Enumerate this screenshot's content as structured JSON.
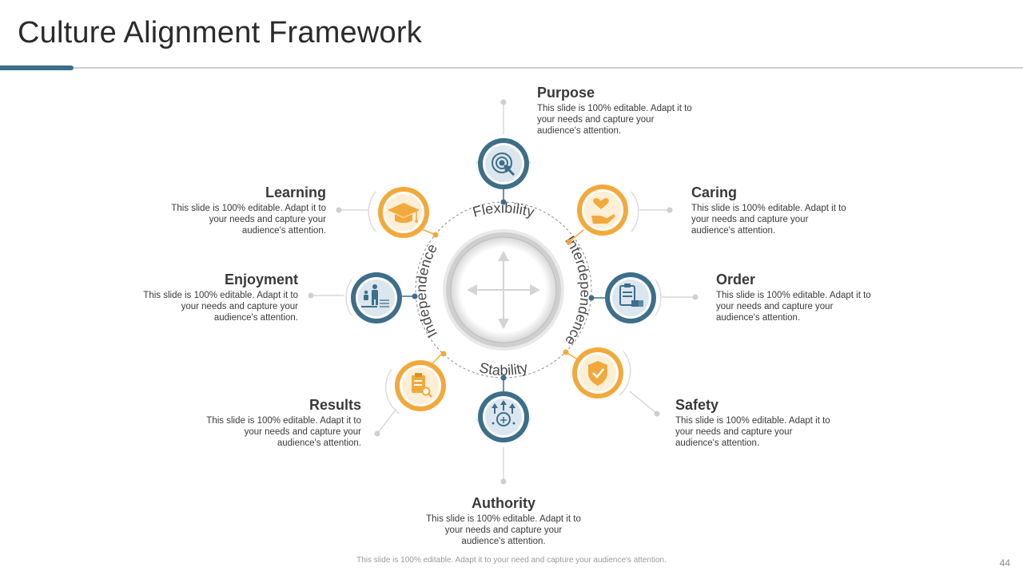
{
  "title": "Culture Alignment Framework",
  "center": {
    "arc_labels": {
      "top": "Flexibility",
      "right": "Interdependence",
      "bottom": "Stability",
      "left": "Independence"
    }
  },
  "items": [
    {
      "key": "purpose",
      "heading": "Purpose",
      "desc": "This slide is 100% editable. Adapt it to your needs and capture your audience's attention.",
      "icon": "target-cursor-icon",
      "color": "#3d6e8a"
    },
    {
      "key": "caring",
      "heading": "Caring",
      "desc": "This slide is 100% editable. Adapt it to your needs and capture your audience's attention.",
      "icon": "hand-heart-icon",
      "color": "#f2a93b"
    },
    {
      "key": "order",
      "heading": "Order",
      "desc": "This slide is 100% editable. Adapt it to your needs and capture your audience's attention.",
      "icon": "clipboard-boxes-icon",
      "color": "#3d6e8a"
    },
    {
      "key": "safety",
      "heading": "Safety",
      "desc": "This slide is 100% editable. Adapt it to your needs and capture your audience's attention.",
      "icon": "shield-check-icon",
      "color": "#f2a93b"
    },
    {
      "key": "authority",
      "heading": "Authority",
      "desc": "This slide is 100% editable. Adapt it to your needs and capture your audience's attention.",
      "icon": "head-arrows-icon",
      "color": "#3d6e8a"
    },
    {
      "key": "results",
      "heading": "Results",
      "desc": "This slide is 100% editable. Adapt it to your needs and capture your audience's attention.",
      "icon": "clipboard-search-icon",
      "color": "#f2a93b"
    },
    {
      "key": "enjoyment",
      "heading": "Enjoyment",
      "desc": "This slide is 100% editable. Adapt it to your needs and capture your audience's attention.",
      "icon": "people-pool-icon",
      "color": "#3d6e8a"
    },
    {
      "key": "learning",
      "heading": "Learning",
      "desc": "This slide is 100% editable. Adapt it to your needs and capture your audience's attention.",
      "icon": "graduation-cap-icon",
      "color": "#f2a93b"
    }
  ],
  "footer": "This slide is 100% editable. Adapt it to your need and capture your audience's attention.",
  "page_number": "44"
}
